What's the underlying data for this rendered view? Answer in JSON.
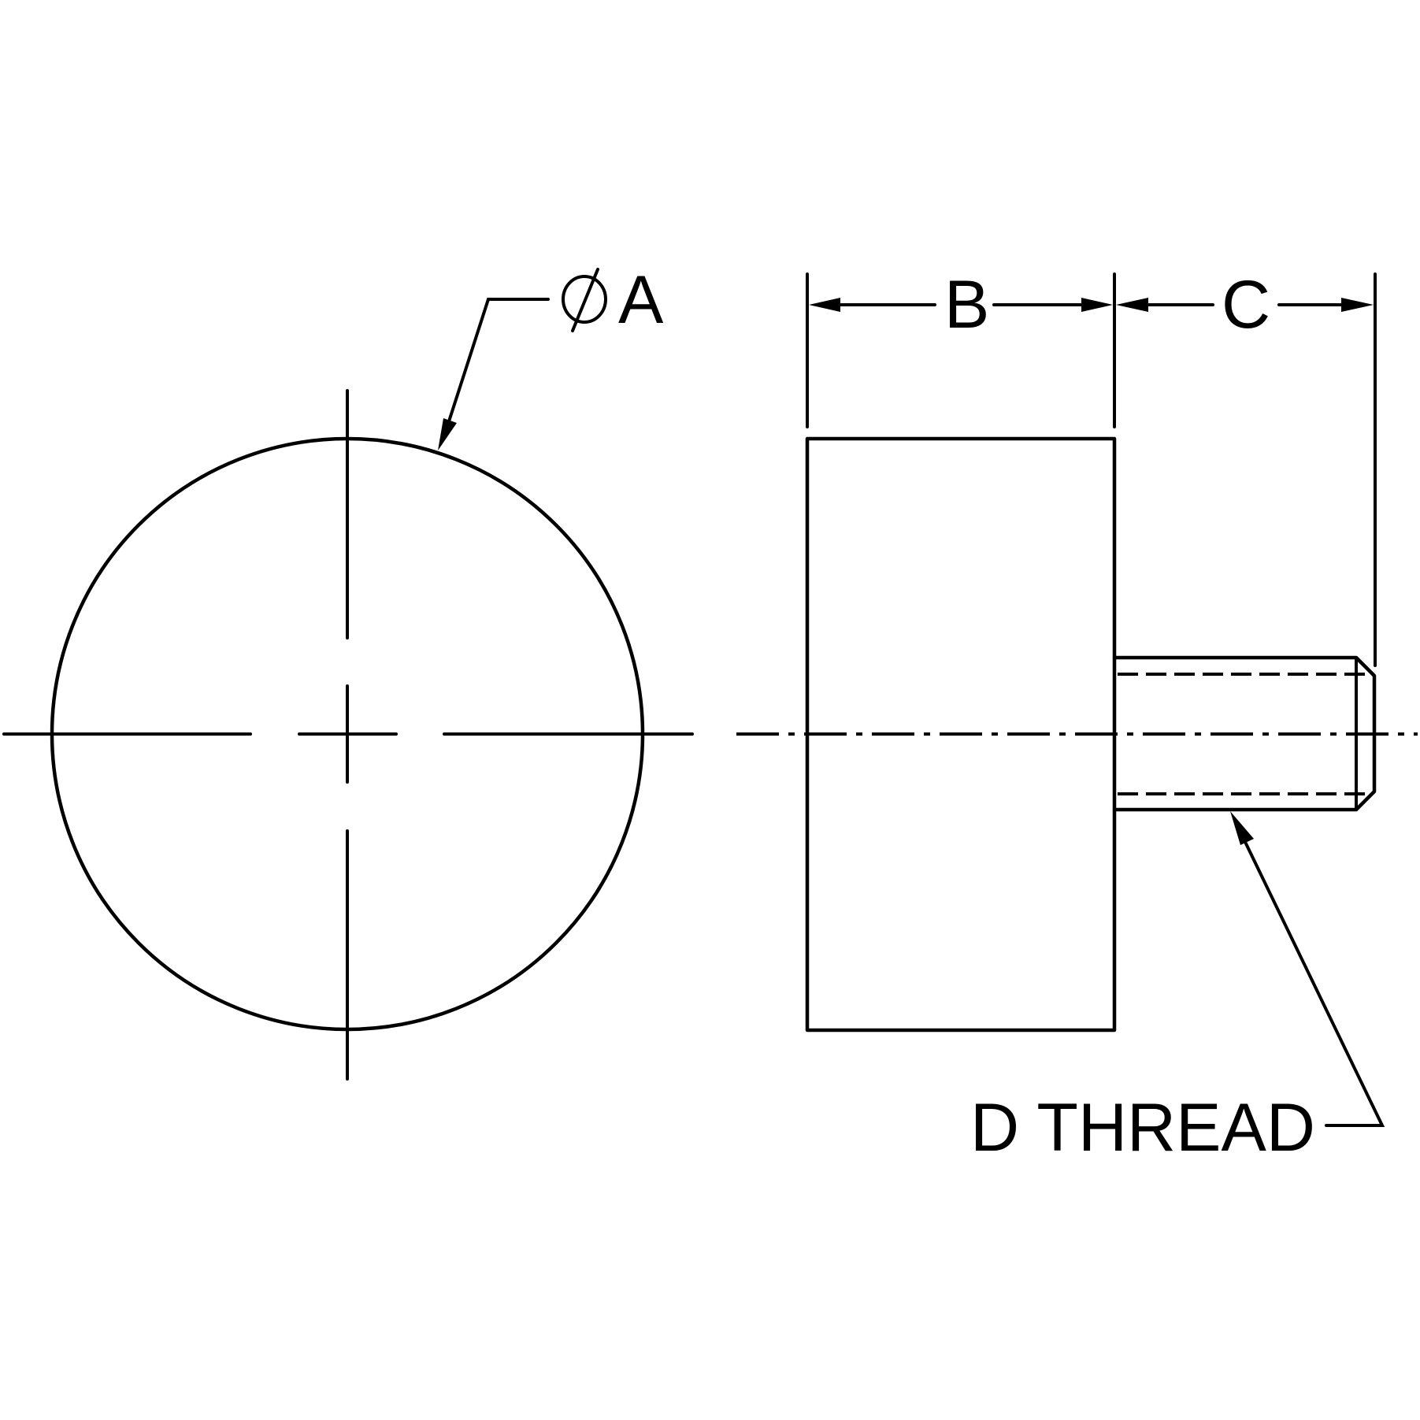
{
  "labels": {
    "diameter_symbol": "ϕ",
    "diameter": "A",
    "length": "B",
    "thread_length": "C",
    "thread": "D THREAD"
  },
  "colors": {
    "line": "#000000",
    "background": "#ffffff"
  }
}
